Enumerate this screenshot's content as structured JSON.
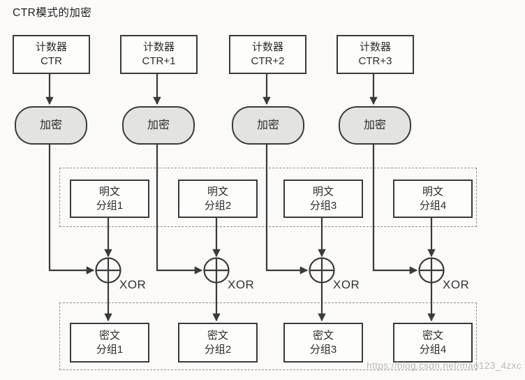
{
  "title": "CTR模式的加密",
  "watermark": "https://blog.csdn.net/mao123_4zxc",
  "colors": {
    "background": "#fbfaf8",
    "line": "#3a3a3a",
    "box_fill": "#fdfdfb",
    "encrypt_fill": "#e3e3e0",
    "dashed_border": "#90908a"
  },
  "columns": [
    {
      "counter": [
        "计数器",
        "CTR"
      ],
      "encrypt": "加密",
      "plain": [
        "明文",
        "分组1"
      ],
      "xor": "XOR",
      "cipher": [
        "密文",
        "分组1"
      ]
    },
    {
      "counter": [
        "计数器",
        "CTR+1"
      ],
      "encrypt": "加密",
      "plain": [
        "明文",
        "分组2"
      ],
      "xor": "XOR",
      "cipher": [
        "密文",
        "分组2"
      ]
    },
    {
      "counter": [
        "计数器",
        "CTR+2"
      ],
      "encrypt": "加密",
      "plain": [
        "明文",
        "分组3"
      ],
      "xor": "XOR",
      "cipher": [
        "密文",
        "分组3"
      ]
    },
    {
      "counter": [
        "计数器",
        "CTR+3"
      ],
      "encrypt": "加密",
      "plain": [
        "明文",
        "分组4"
      ],
      "xor": "XOR",
      "cipher": [
        "密文",
        "分组4"
      ]
    }
  ]
}
